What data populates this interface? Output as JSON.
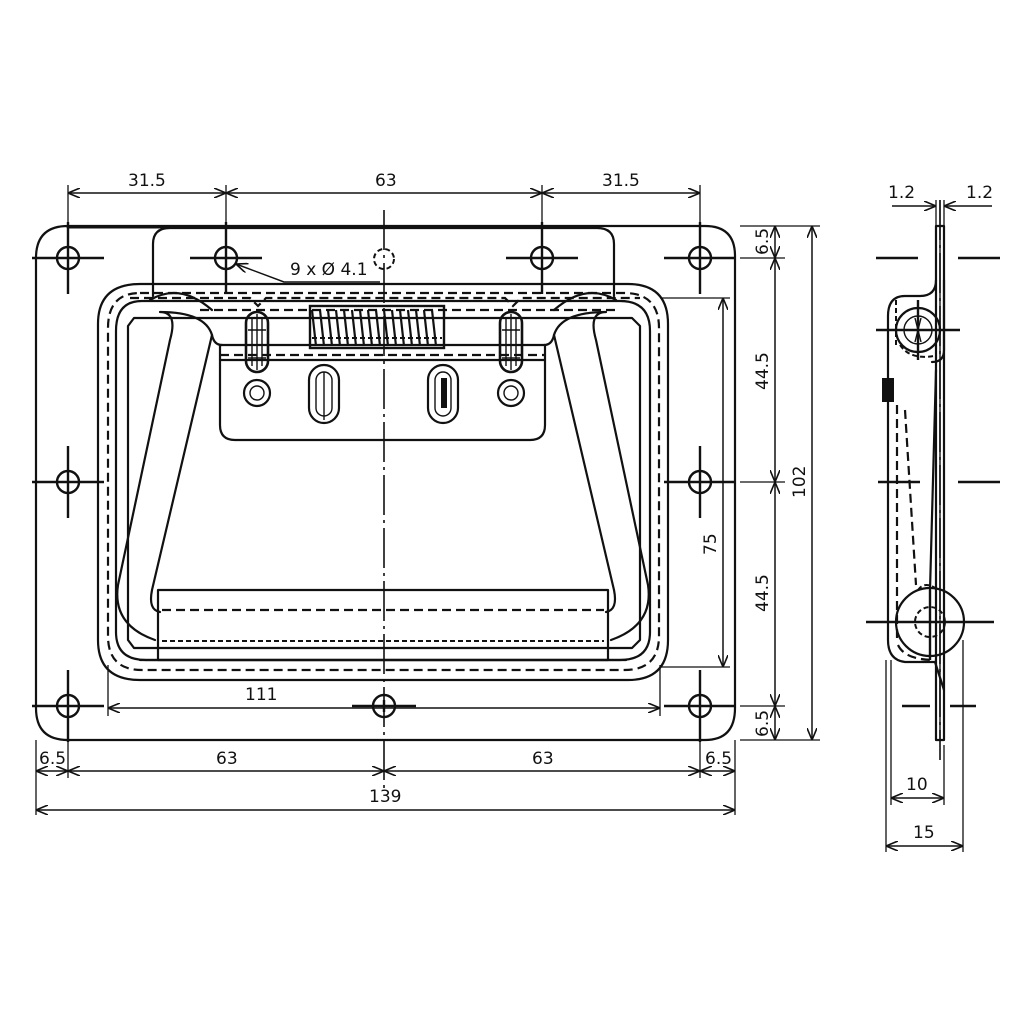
{
  "drawing": {
    "type": "technical-drawing",
    "subject": "recessed case handle",
    "units": "mm",
    "views": [
      "front-view",
      "side-view"
    ]
  },
  "front_view": {
    "dimensions": {
      "top_left_spacing": "31.5",
      "top_center_spacing": "63",
      "top_right_spacing": "31.5",
      "hole_callout": "9 x Ø 4.1",
      "right_top_margin": "6.5",
      "right_upper_spacing": "44.5",
      "right_lower_spacing": "44.5",
      "right_bottom_margin": "6.5",
      "inner_height": "75",
      "overall_height": "102",
      "inner_width": "111",
      "bottom_left_margin": "6.5",
      "bottom_left_spacing": "63",
      "bottom_right_spacing": "63",
      "bottom_right_margin": "6.5",
      "overall_width": "139"
    },
    "mounting_holes": 9
  },
  "side_view": {
    "dimensions": {
      "left_thickness": "1.2",
      "right_thickness": "1.2",
      "depth_inner": "10",
      "depth_overall": "15"
    }
  }
}
